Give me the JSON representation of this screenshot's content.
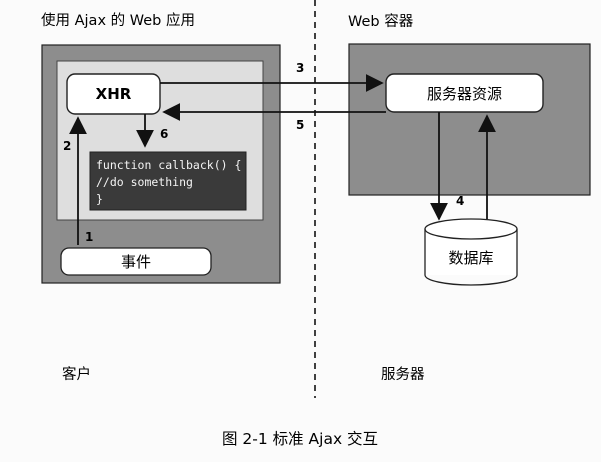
{
  "labels": {
    "left_title": "使用 Ajax 的 Web 应用",
    "right_title": "Web 容器",
    "client": "客户",
    "server": "服务器",
    "xhr": "XHR",
    "event": "事件",
    "server_resource": "服务器资源",
    "database": "数据库",
    "caption": "图 2-1    标准 Ajax 交互"
  },
  "code": {
    "line1": "function callback() {",
    "line2": "//do something",
    "line3": "}"
  },
  "steps": {
    "s1": "1",
    "s2": "2",
    "s3": "3",
    "s4": "4",
    "s5": "5",
    "s6": "6"
  },
  "colors": {
    "panel_dark": "#8d8d8d",
    "panel_light": "#dedede",
    "code_bg": "#3a3a3a",
    "code_text": "#f4f4f4",
    "box_fill": "#ffffff",
    "line": "#111111"
  }
}
